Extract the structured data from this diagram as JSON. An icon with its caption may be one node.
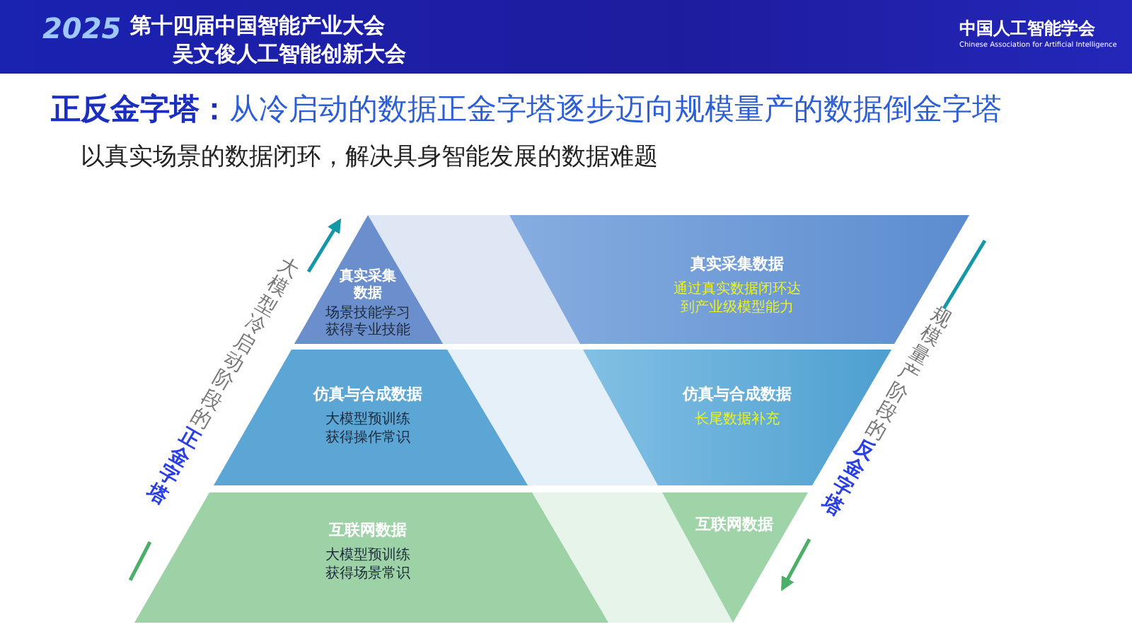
{
  "diagram": {
    "title": "**正反金字塔：**从冷启动的数据正金字塔逐步迈向规模量产的数据倒金字塔",
    "nodes": [
      {
        "text": [
          "真实采集数据",
          "场景技能学习获得专业技能"
        ]
      },
      {
        "text": [
          "真实采集数据",
          "通过真实数据闭环达到产业级模型能力"
        ]
      },
      {
        "text": [
          "仿真与合成数据",
          "大模型预训练获得操作常识"
        ]
      },
      {
        "text": [
          "仿真与合成数据",
          "长尾数据补充"
        ]
      },
      {
        "text": [
          "互联网数据",
          "大模型预训练获得场景常识"
        ]
      },
      {
        "text": [
          "互联网数据"
        ]
      }
    ],
    "labels": [
      "2025",
      "第十四届中国智能产业大会",
      "吴文俊人工智能创新大会",
      "中国人工智能学会",
      "Chinese Association for Artificial Intelligence",
      "以真实场景的数据闭环，解决具身智能发展的数据难题",
      "大模型冷启动阶段的**正金字塔**",
      "规模量产阶段的**反金字塔**"
    ]
  }
}
